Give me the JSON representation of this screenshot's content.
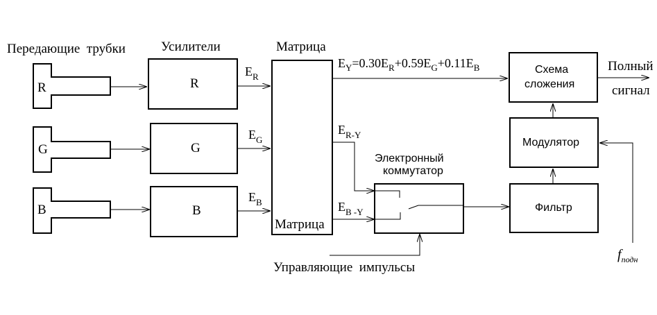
{
  "labels": {
    "tubes_heading": "Передающие  трубки",
    "amps_heading": "Усилители",
    "matrix_heading": "Матрица",
    "matrix_box": "Матрица",
    "commutator_line1": "Электронный",
    "commutator_line2": "коммутатор",
    "control_pulses": "Управляющие  импульсы",
    "sum_line1": "Схема",
    "sum_line2": "сложения",
    "modulator": "Модулятор",
    "filter": "Фильтр",
    "output_line1": "Полный",
    "output_line2": "сигнал"
  },
  "tubes": [
    "R",
    "G",
    "B"
  ],
  "amplifiers": [
    "R",
    "G",
    "B"
  ],
  "signals": {
    "E": "E",
    "er_sub": "R",
    "eg_sub": "G",
    "eb_sub": "B",
    "ey": {
      "p1": "E",
      "s1": "Y",
      "p2": "=0.30E",
      "s2": "R",
      "p3": "+0.59E",
      "s3": "G",
      "p4": "+0.11E",
      "s4": "B"
    },
    "ery_sub": "R-Y",
    "eby_sub": "B -Y"
  },
  "subcarrier": {
    "f": "f",
    "sub": "подн"
  }
}
